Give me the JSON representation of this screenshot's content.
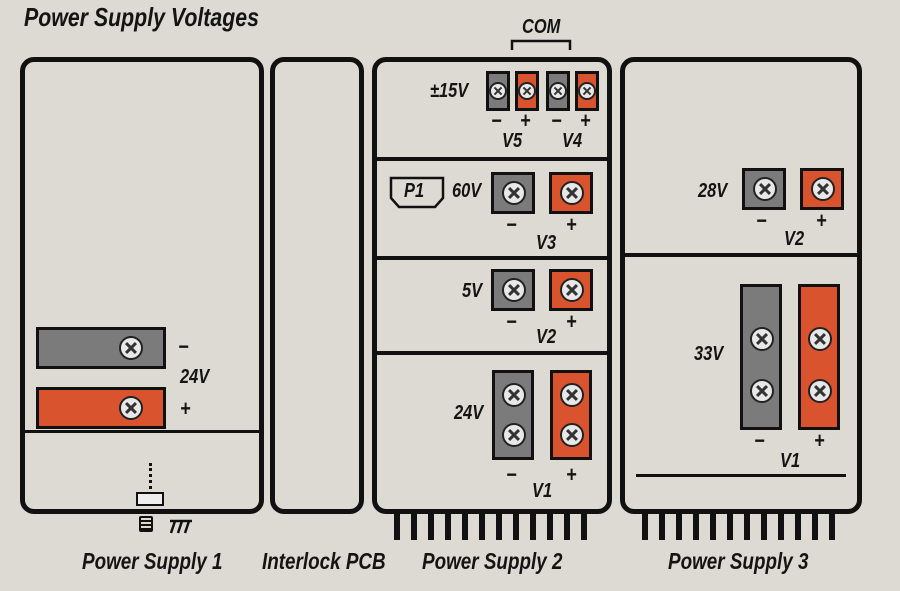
{
  "title": "Power Supply Voltages",
  "bottom_labels": {
    "ps1": "Power Supply 1",
    "interlock": "Interlock PCB",
    "ps2": "Power Supply 2",
    "ps3": "Power Supply 3"
  },
  "ps1": {
    "voltage": "24V",
    "minus": "−",
    "plus": "+"
  },
  "ps2": {
    "com": "COM",
    "row1": {
      "voltage": "±15V",
      "minus_a": "−",
      "plus_a": "+",
      "minus_b": "−",
      "plus_b": "+",
      "name_a": "V5",
      "name_b": "V4"
    },
    "row2": {
      "plug": "P1",
      "voltage": "60V",
      "minus": "−",
      "plus": "+",
      "name": "V3"
    },
    "row3": {
      "voltage": "5V",
      "minus": "−",
      "plus": "+",
      "name": "V2"
    },
    "row4": {
      "voltage": "24V",
      "minus": "−",
      "plus": "+",
      "name": "V1"
    }
  },
  "ps3": {
    "top": {
      "voltage": "28V",
      "minus": "−",
      "plus": "+",
      "name": "V2"
    },
    "bottom": {
      "voltage": "33V",
      "minus": "−",
      "plus": "+",
      "name": "V1"
    }
  },
  "colors": {
    "negative": "#7b7b7b",
    "positive": "#d9532e",
    "line": "#111111",
    "panel": "#dcdad3"
  }
}
